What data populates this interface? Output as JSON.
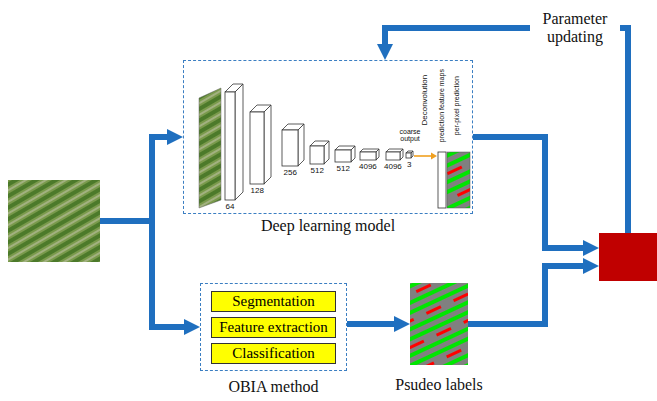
{
  "diagram": {
    "nodes": [
      {
        "text": []
      },
      {
        "text": [
          "Deep learning model"
        ]
      },
      {
        "text": [
          "OBIA method"
        ]
      },
      {
        "text": [
          "Segmentation"
        ],
        "in": 2
      },
      {
        "text": [
          "Feature extraction"
        ],
        "in": 2
      },
      {
        "text": [
          "Classification"
        ],
        "in": 2
      },
      {
        "text": [
          "Psudeo labels"
        ]
      },
      {
        "text": []
      }
    ],
    "edges": [
      {
        "from": 0,
        "to": 1,
        "arrow": "to"
      },
      {
        "from": 0,
        "to": 2,
        "arrow": "to"
      },
      {
        "from": 2,
        "to": 6,
        "arrow": "to"
      },
      {
        "from": 1,
        "to": 7,
        "arrow": "to"
      },
      {
        "from": 6,
        "to": 7,
        "arrow": "to"
      },
      {
        "from": 7,
        "to": 1,
        "label": "Parameter updating",
        "arrow": "to"
      }
    ],
    "labels": [
      "64",
      "128",
      "256",
      "512",
      "512",
      "4096",
      "4096",
      "3",
      "coarse output",
      "Deconvolution",
      "prediction feature maps",
      "per-pixel prediction"
    ]
  }
}
